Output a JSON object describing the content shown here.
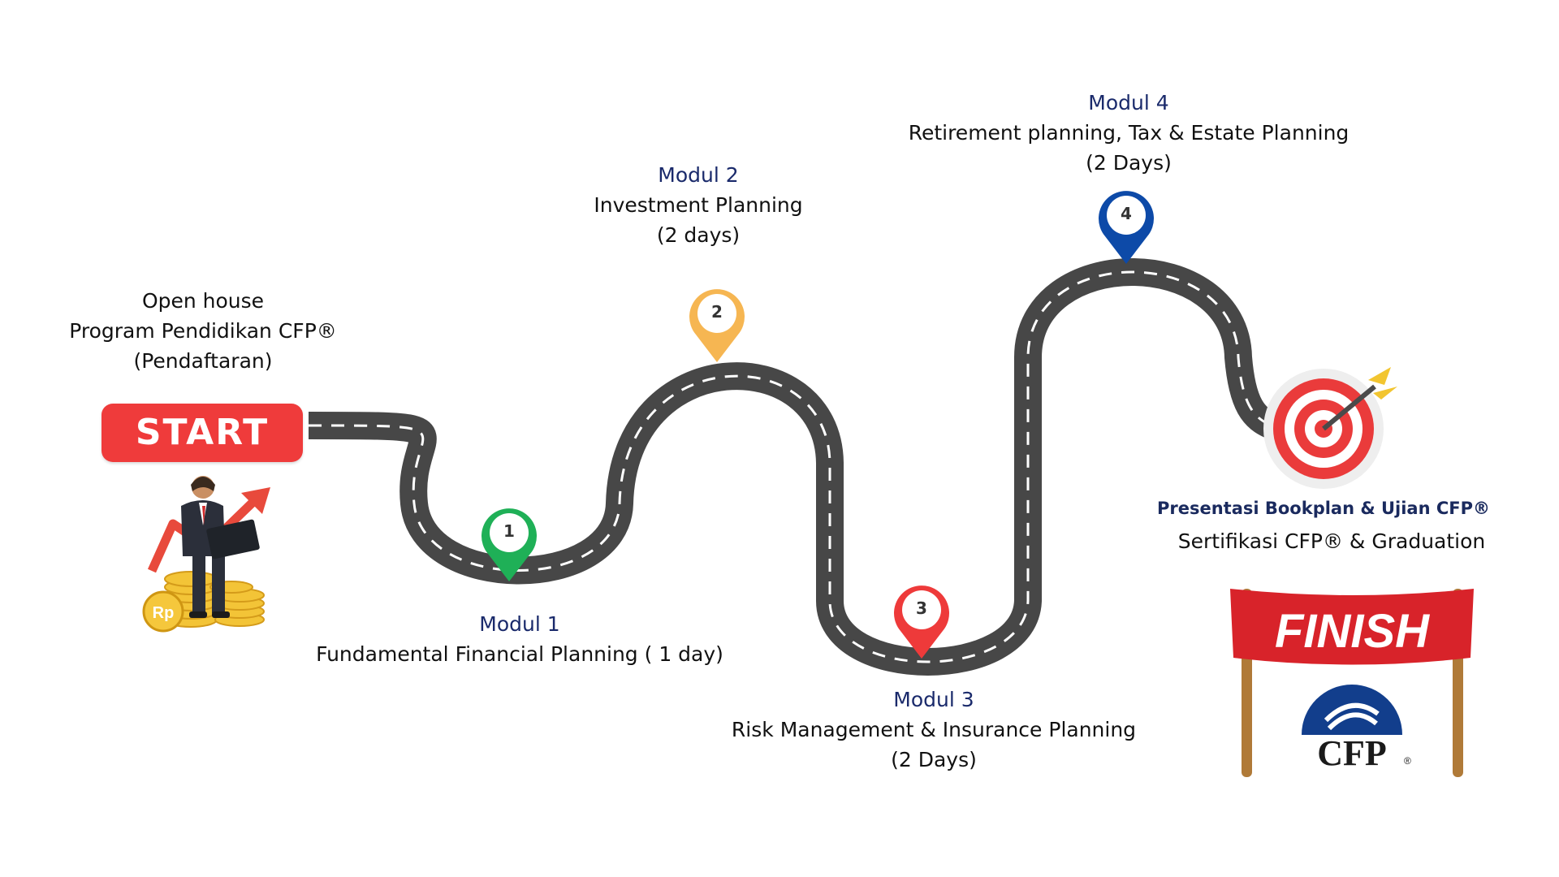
{
  "start": {
    "intro_line1": "Open house",
    "intro_line2": "Program Pendidikan CFP®",
    "intro_line3": "(Pendaftaran)",
    "button_label": "START",
    "coin_label": "Rp"
  },
  "modules": [
    {
      "number": "1",
      "title": "Modul 1",
      "line1": "Fundamental Financial Planning ( 1 day)",
      "line2": "",
      "pin_color": "#1fb057"
    },
    {
      "number": "2",
      "title": "Modul  2",
      "line1": "Investment Planning",
      "line2": "(2 days)",
      "pin_color": "#f6b652"
    },
    {
      "number": "3",
      "title": "Modul  3",
      "line1": "Risk Management & Insurance Planning",
      "line2": "(2 Days)",
      "pin_color": "#ee3a3a"
    },
    {
      "number": "4",
      "title": "Modul 4",
      "line1": "Retirement planning, Tax & Estate Planning",
      "line2": "(2 Days)",
      "pin_color": "#0d4aa8"
    }
  ],
  "finish": {
    "line1": "Presentasi Bookplan & Ujian CFP®",
    "line2": "Sertifikasi CFP®  & Graduation",
    "banner_label": "FINISH",
    "logo_label": "CFP",
    "logo_mark": "®"
  },
  "colors": {
    "road": "#474747",
    "road_marking": "#ffffff",
    "start_button": "#ef3b3b",
    "module_title": "#1a2a6b",
    "finish_banner": "#d8232a",
    "cfp_blue": "#123e8c"
  }
}
